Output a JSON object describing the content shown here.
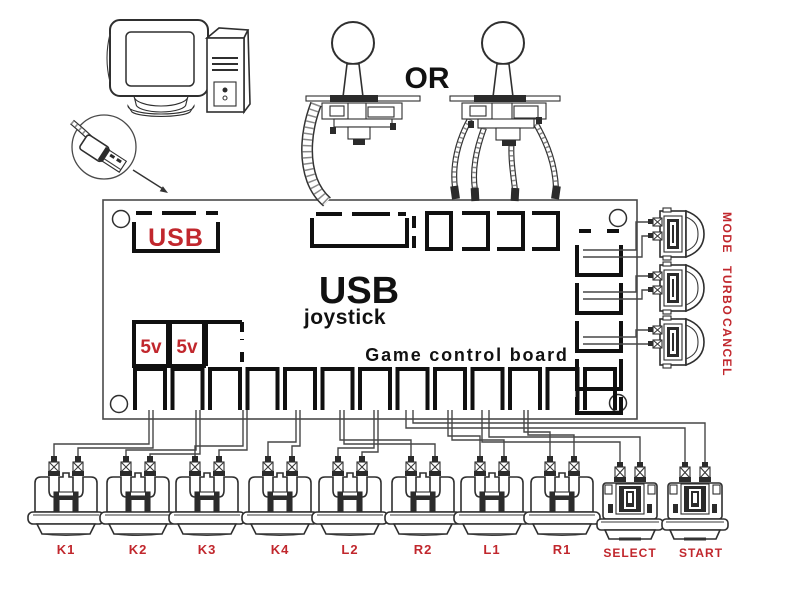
{
  "diagram": {
    "or_label": "OR",
    "board": {
      "usb_label": "USB",
      "title": "USB",
      "subtitle": "joystick",
      "caption": "Game control board",
      "power_labels": [
        "5v",
        "5v"
      ]
    },
    "side_buttons": [
      {
        "label": "MODE"
      },
      {
        "label": "TURBO"
      },
      {
        "label": "CANCEL"
      }
    ],
    "bottom_buttons": [
      {
        "label": "K1"
      },
      {
        "label": "K2"
      },
      {
        "label": "K3"
      },
      {
        "label": "K4"
      },
      {
        "label": "L2"
      },
      {
        "label": "R2"
      },
      {
        "label": "L1"
      },
      {
        "label": "R1"
      },
      {
        "label": "SELECT"
      },
      {
        "label": "START"
      }
    ],
    "colors": {
      "label_red": "#c1272d",
      "line_dark": "#2b2b2b",
      "board_outline": "#4a4a4a"
    },
    "icons": [
      "computer-icon",
      "usb-plug-magnifier-icon",
      "arrow-icon",
      "joystick-ribbon-icon",
      "joystick-wires-icon",
      "side-pushbutton-icon",
      "arcade-button-icon"
    ]
  }
}
